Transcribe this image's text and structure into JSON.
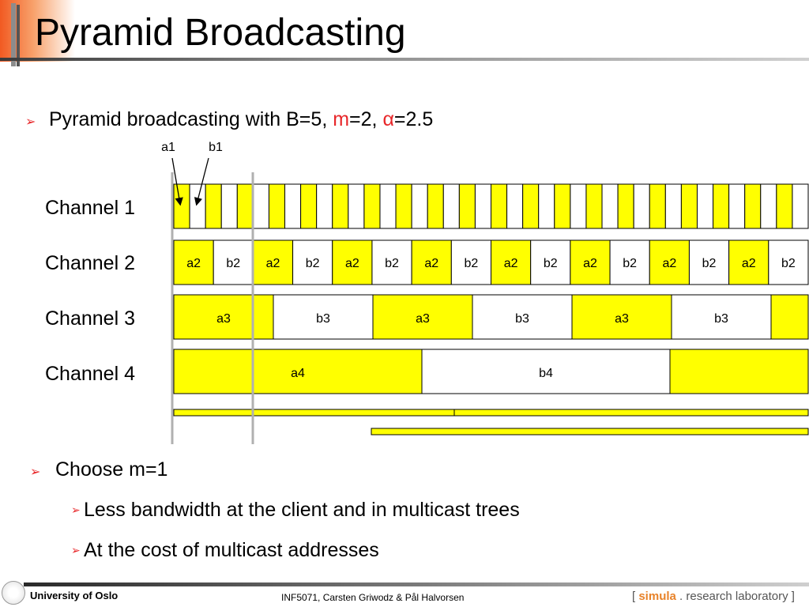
{
  "title": "Pyramid Broadcasting",
  "bullet1": {
    "text": "Pyramid broadcasting with B=5, ",
    "m": "m",
    "rest": "=2, ",
    "alpha": "α",
    "alpha_value": "=2.5"
  },
  "diagram": {
    "labels": {
      "a1": "a1",
      "b1": "b1"
    },
    "channels": [
      "Channel 1",
      "Channel 2",
      "Channel 3",
      "Channel 4"
    ],
    "channel2_segments": [
      "a2",
      "b2",
      "a2",
      "b2",
      "a2",
      "b2",
      "a2",
      "b2",
      "a2",
      "b2",
      "a2",
      "b2",
      "a2",
      "b2",
      "a2",
      "b2"
    ],
    "channel3_segments": [
      "a3",
      "b3",
      "a3",
      "b3",
      "a3",
      "b3",
      ""
    ],
    "channel4_segments": [
      "a4",
      "b4",
      ""
    ],
    "colors": {
      "yellow": "#ffff00",
      "white": "#ffffff",
      "grey_line": "#b0b0b0"
    }
  },
  "bullet2": "Choose m=1",
  "sub_bullets": [
    "Less bandwidth at the client and in multicast trees",
    "At the cost of multicast addresses"
  ],
  "footer": {
    "left": "University of Oslo",
    "center": "INF5071,  Carsten Griwodz & Pål Halvorsen",
    "right_open": "[ ",
    "right_brand": "simula",
    "right_rest": " . research laboratory ]"
  }
}
